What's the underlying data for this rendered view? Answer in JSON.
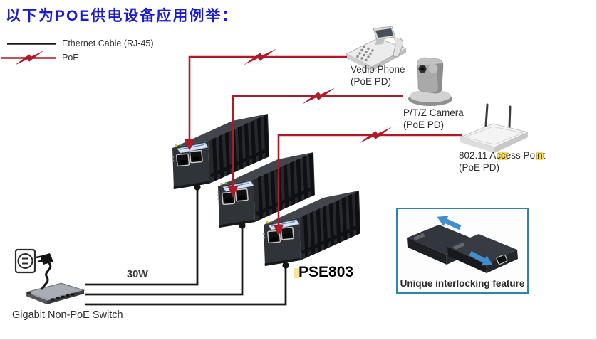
{
  "title": "以下为POE供电设备应用例举：",
  "legend": {
    "ethernet": "Ethernet Cable (RJ-45)",
    "poe": "PoE"
  },
  "nodes": {
    "video_phone": {
      "label": "Vedio Phone",
      "sub": "(PoE PD)"
    },
    "ptz_camera": {
      "label": "P/T/Z Camera",
      "sub": "(PoE PD)"
    },
    "access_point": {
      "label": "802.11 Access Point",
      "sub": "(PoE PD)"
    },
    "switch": {
      "label": "Gigabit Non-PoE Switch"
    },
    "injector_model": "PSE803",
    "power_note": "30W"
  },
  "callout": {
    "caption": "Unique interlocking feature"
  },
  "colors": {
    "title_blue": "#1b1bd0",
    "poe_red": "#ae1a27",
    "ethernet_black": "#1a1a1a",
    "interlock_border": "#2b86a8",
    "arrow_blue": "#3e8ed0",
    "highlight_yellow": "#f2cf3a"
  }
}
